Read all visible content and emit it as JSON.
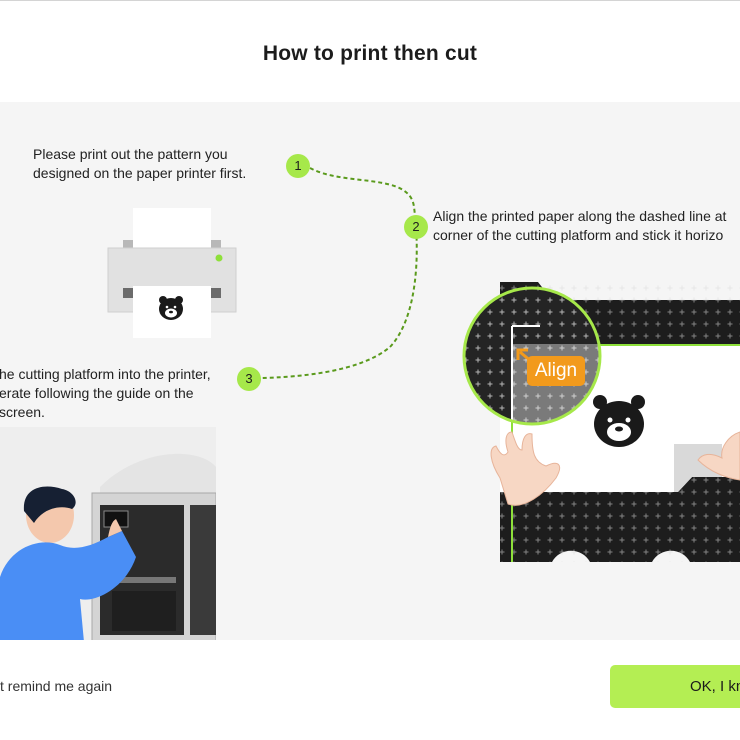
{
  "dialog": {
    "title": "How to print then cut"
  },
  "steps": [
    {
      "number": "1",
      "text": "Please print out the pattern you\ndesigned on the paper printer first."
    },
    {
      "number": "2",
      "text": "Align the printed paper along the dashed line at\ncorner of the cutting platform and stick it horizo"
    },
    {
      "number": "3",
      "text": "he cutting platform into the printer,\nerate following the guide on the\nscreen."
    }
  ],
  "illustration": {
    "align_label": "Align"
  },
  "footer": {
    "remind_label": "t remind me again",
    "ok_label": "OK, I kn"
  },
  "colors": {
    "accent_green": "#a6e84a",
    "ok_button": "#b4ee53",
    "align_orange": "#f29a1c",
    "panel_bg": "#f5f5f5"
  }
}
